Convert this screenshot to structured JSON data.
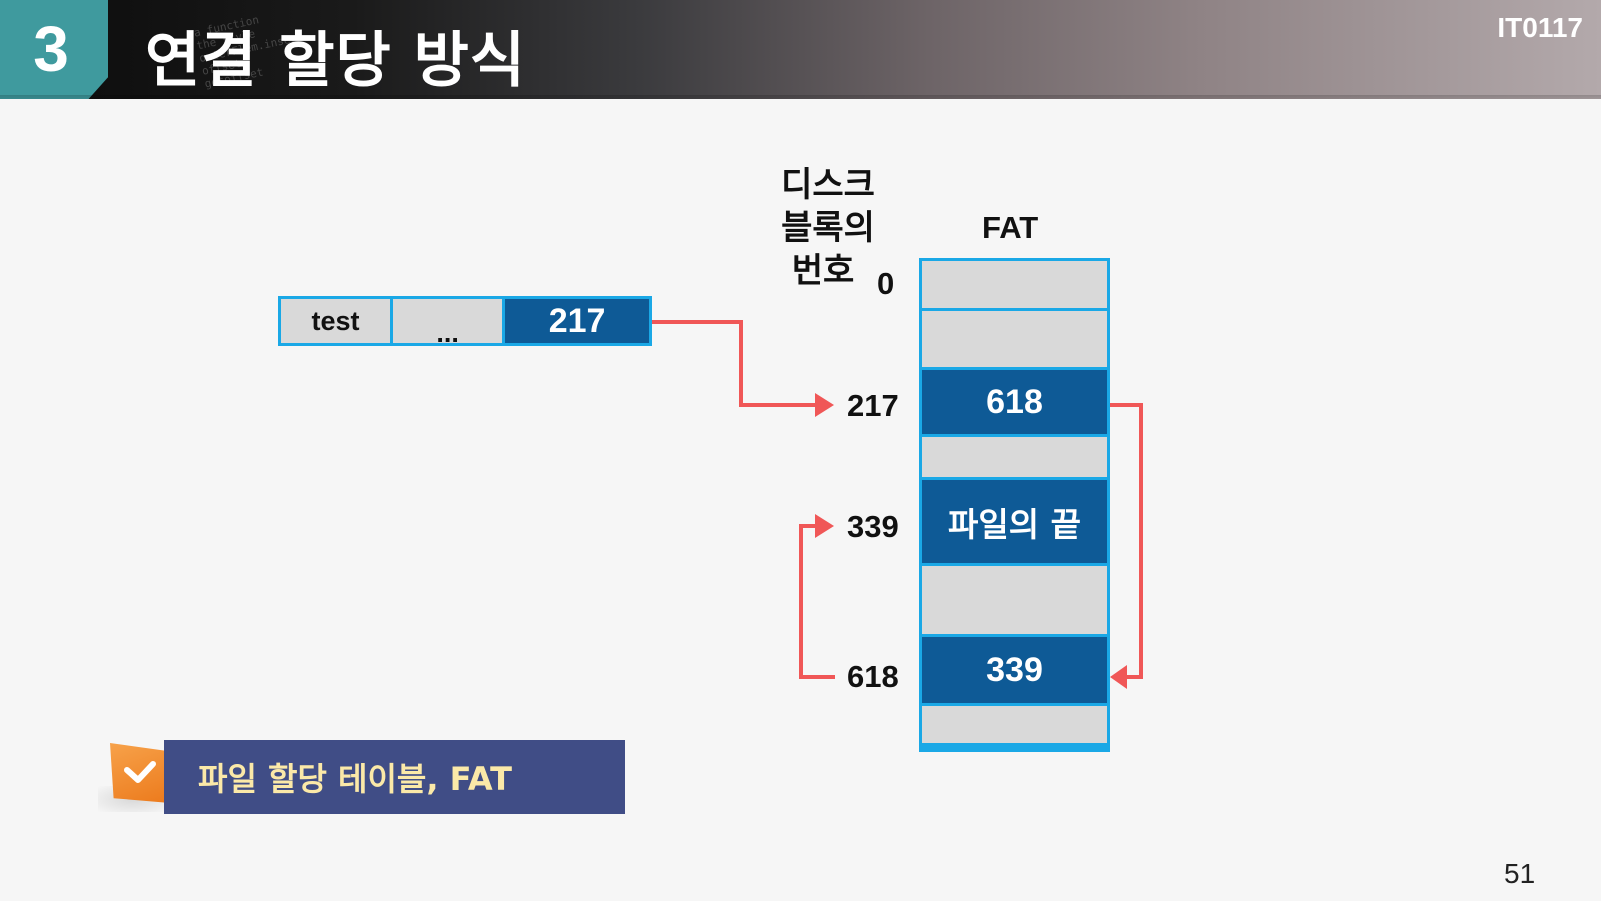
{
  "header": {
    "section_number": "3",
    "title": "연결 할당 방식",
    "course_code": "IT0117",
    "background_code_lines": [
      "a function",
      "the style",
      "outerFlem.insert",
      "offset",
      "getoffset"
    ]
  },
  "directory_entry": {
    "filename": "test",
    "ellipsis": "...",
    "start_block": "217"
  },
  "labels": {
    "disk_block_number": [
      "디스크",
      "블록의",
      "번호"
    ],
    "fat": "FAT",
    "block_numbers": [
      "0",
      "217",
      "339",
      "618"
    ]
  },
  "fat_rows": [
    {
      "value": ""
    },
    {
      "value": ""
    },
    {
      "value": "618"
    },
    {
      "value": ""
    },
    {
      "value": "파일의 끝"
    },
    {
      "value": ""
    },
    {
      "value": "339"
    },
    {
      "value": ""
    }
  ],
  "callout": {
    "text": "파일 할당 테이블, FAT"
  },
  "page_number": "51",
  "colors": {
    "header_accent": "#3f9a9e",
    "table_border": "#1aa8e6",
    "cell_dark": "#0e5a96",
    "cell_light": "#d9d9d9",
    "arrow": "#f05757",
    "callout_bg": "#404d86",
    "callout_text": "#fbe9a8",
    "callout_tag": "#f08a2a"
  }
}
